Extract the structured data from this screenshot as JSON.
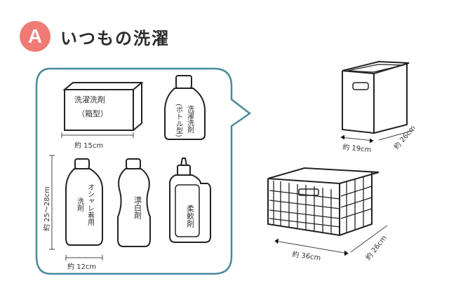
{
  "header": {
    "badge": "A",
    "title": "いつもの洗濯"
  },
  "items": {
    "powder_detergent": {
      "line1": "洗濯洗剤",
      "line2": "（箱型）",
      "width": "約 15cm"
    },
    "bottle_detergent": {
      "lines": [
        "洗濯洗剤",
        "(ボトル型)"
      ]
    },
    "fashion_detergent": {
      "lines": [
        "洗剤",
        "オシャレ着用"
      ]
    },
    "bleach": {
      "label": "漂白剤"
    },
    "softener": {
      "label": "柔軟剤"
    },
    "bottle_height": "約 25〜28cm",
    "bottle_width": "約 12cm"
  },
  "storage": {
    "box": {
      "width": "約 19cm",
      "depth": "約 26cm"
    },
    "basket": {
      "width": "約 36cm",
      "depth": "約 26cm"
    }
  },
  "colors": {
    "accent": "#ef7b74",
    "bubble_border": "#4a8a9a"
  }
}
